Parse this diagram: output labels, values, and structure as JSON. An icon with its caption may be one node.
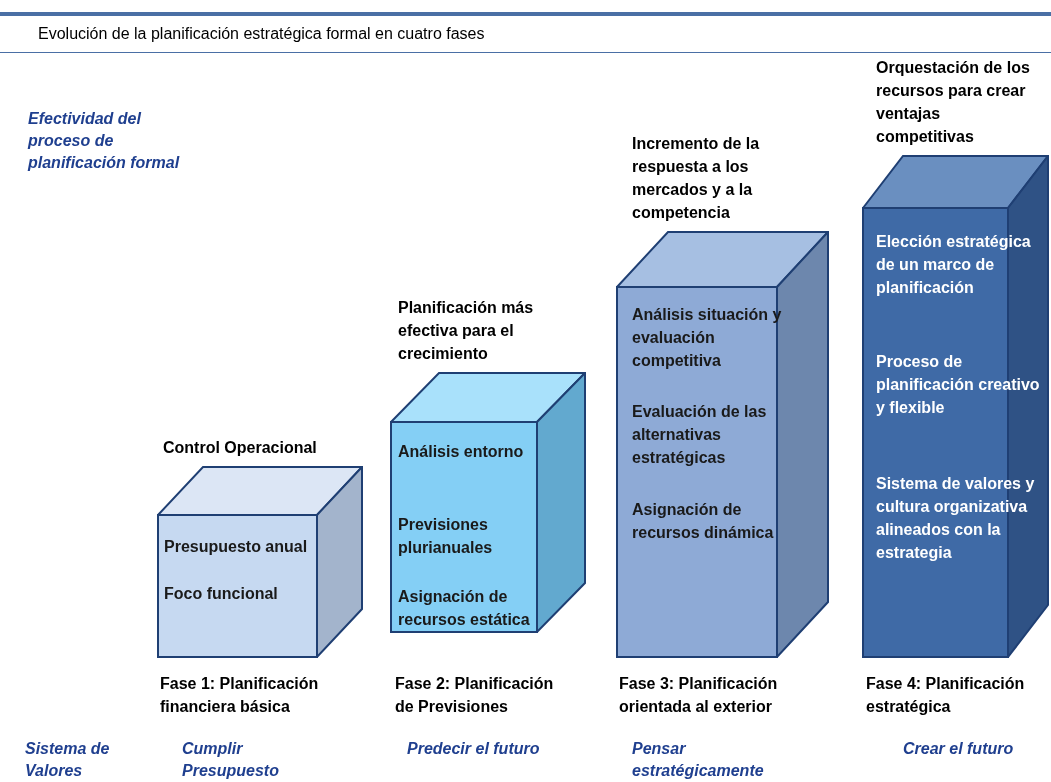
{
  "diagram": {
    "title": "Evolución de la planificación estratégica formal en cuatro fases",
    "nodes": [
      {
        "text": [
          "Control Operacional",
          "Presupuesto anual",
          "Foco funcional"
        ],
        "beside": [
          "Fase 1: Planificación financiera básica"
        ]
      },
      {
        "text": [
          "Planificación más efectiva para el crecimiento",
          "Análisis entorno",
          "Previsiones plurianuales",
          "Asignación de recursos estática"
        ],
        "beside": [
          "Fase  2: Planificación de Previsiones"
        ]
      },
      {
        "text": [
          "Incremento de la respuesta a los mercados y a la competencia",
          "Análisis situación y evaluación competitiva",
          "Evaluación de las alternativas estratégicas",
          "Asignación de recursos dinámica"
        ],
        "beside": [
          "Fase  3: Planificación orientada al exterior"
        ]
      },
      {
        "text": [
          "Orquestación de los recursos para crear ventajas competitivas",
          "Elección estratégica de un marco de planificación",
          "Proceso de planificación creativo y flexible",
          "Sistema de valores y cultura organizativa alineados con la estrategia"
        ],
        "beside": [
          "Fase  4:  Planificación estratégica"
        ]
      }
    ],
    "labels": [
      "Efectividad del proceso de planificación formal",
      "Sistema de Valores",
      "Cumplir Presupuesto",
      "Predecir el futuro",
      "Pensar estratégicamente",
      "Crear el futuro"
    ]
  }
}
